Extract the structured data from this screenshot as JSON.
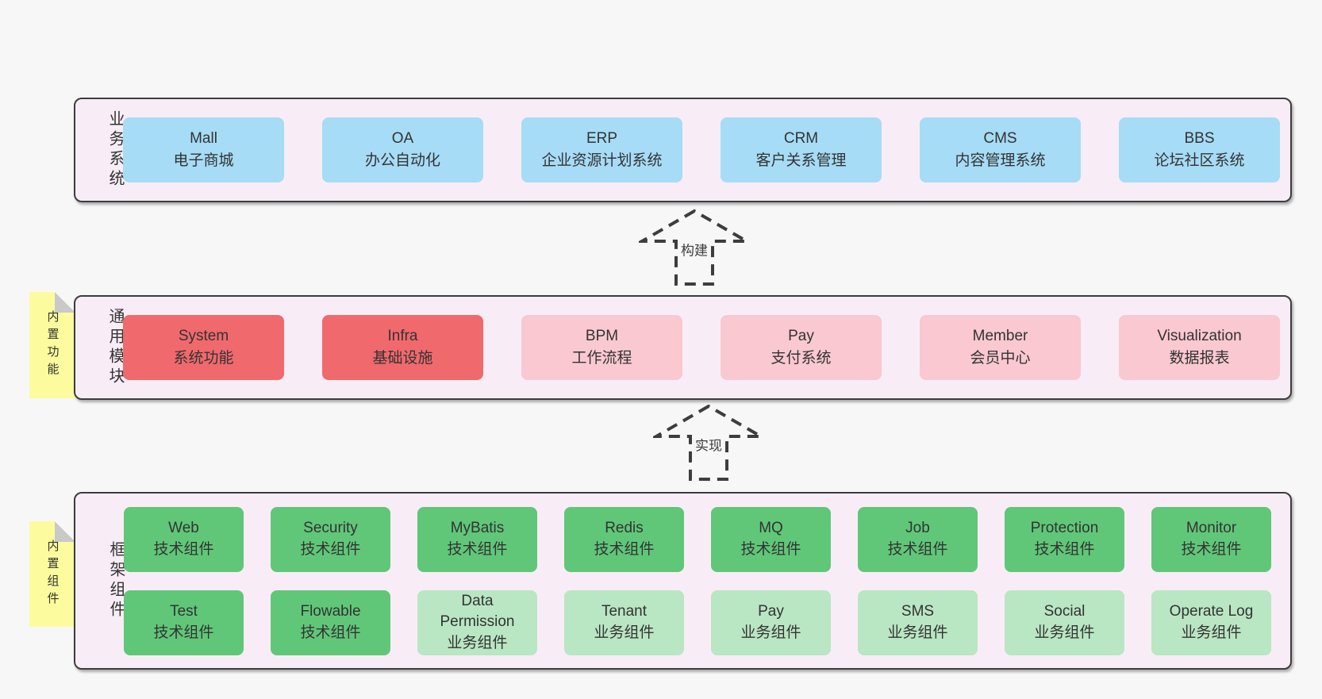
{
  "layers": [
    {
      "label": "业务系统",
      "boxes": [
        {
          "name": "Mall",
          "desc": "电子商城"
        },
        {
          "name": "OA",
          "desc": "办公自动化"
        },
        {
          "name": "ERP",
          "desc": "企业资源计划系统"
        },
        {
          "name": "CRM",
          "desc": "客户关系管理"
        },
        {
          "name": "CMS",
          "desc": "内容管理系统"
        },
        {
          "name": "BBS",
          "desc": "论坛社区系统"
        }
      ]
    },
    {
      "label": "通用模块",
      "tag": "内置功能",
      "boxes": [
        {
          "name": "System",
          "desc": "系统功能"
        },
        {
          "name": "Infra",
          "desc": "基础设施"
        },
        {
          "name": "BPM",
          "desc": "工作流程"
        },
        {
          "name": "Pay",
          "desc": "支付系统"
        },
        {
          "name": "Member",
          "desc": "会员中心"
        },
        {
          "name": "Visualization",
          "desc": "数据报表"
        }
      ]
    },
    {
      "label": "框架组件",
      "tag": "内置组件",
      "rows": [
        [
          {
            "name": "Web",
            "desc": "技术组件"
          },
          {
            "name": "Security",
            "desc": "技术组件"
          },
          {
            "name": "MyBatis",
            "desc": "技术组件"
          },
          {
            "name": "Redis",
            "desc": "技术组件"
          },
          {
            "name": "MQ",
            "desc": "技术组件"
          },
          {
            "name": "Job",
            "desc": "技术组件"
          },
          {
            "name": "Protection",
            "desc": "技术组件"
          },
          {
            "name": "Monitor",
            "desc": "技术组件"
          }
        ],
        [
          {
            "name": "Test",
            "desc": "技术组件"
          },
          {
            "name": "Flowable",
            "desc": "技术组件"
          },
          {
            "name": "Data Permission",
            "desc": "业务组件"
          },
          {
            "name": "Tenant",
            "desc": "业务组件"
          },
          {
            "name": "Pay",
            "desc": "业务组件"
          },
          {
            "name": "SMS",
            "desc": "业务组件"
          },
          {
            "name": "Social",
            "desc": "业务组件"
          },
          {
            "name": "Operate Log",
            "desc": "业务组件"
          }
        ]
      ]
    }
  ],
  "arrows": [
    {
      "label": "构建"
    },
    {
      "label": "实现"
    }
  ],
  "colors": {
    "page_bg": "#f7f7f7",
    "layer_bg": "#f8edf6",
    "layer_border": "#3d3d3d",
    "box_blue": "#a6dcf5",
    "box_red": "#f0696d",
    "box_pink": "#f9c8d0",
    "box_green": "#60c778",
    "box_green_light": "#b9e6c3",
    "tag_yellow": "#fcfc9e",
    "tag_fold_gray": "#c9c9c9"
  }
}
